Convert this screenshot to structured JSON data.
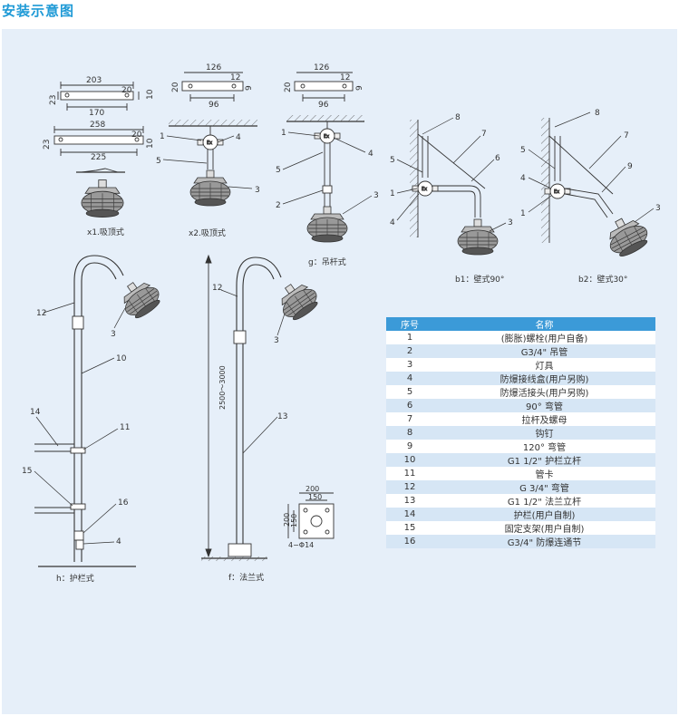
{
  "title": "安装示意图",
  "figures": {
    "x1": {
      "caption": "x1.吸顶式",
      "dims_top": [
        "203",
        "23",
        "20",
        "10",
        "170"
      ],
      "dims_bottom": [
        "258",
        "23",
        "20",
        "10",
        "225"
      ]
    },
    "x2": {
      "caption": "x2.吸顶式",
      "dims": [
        "126",
        "12",
        "20",
        "9",
        "96"
      ],
      "callouts": [
        "1",
        "4",
        "5",
        "3"
      ]
    },
    "g": {
      "caption": "g：吊杆式",
      "dims": [
        "126",
        "12",
        "20",
        "9",
        "96"
      ],
      "callouts": [
        "1",
        "4",
        "5",
        "2",
        "3"
      ]
    },
    "b1": {
      "caption": "b1：壁式90°",
      "callouts": [
        "8",
        "7",
        "5",
        "6",
        "1",
        "4",
        "3"
      ]
    },
    "b2": {
      "caption": "b2：壁式30°",
      "callouts": [
        "8",
        "7",
        "5",
        "9",
        "4",
        "1",
        "3"
      ]
    },
    "h": {
      "caption": "h：护栏式",
      "callouts": [
        "12",
        "3",
        "10",
        "14",
        "11",
        "15",
        "16",
        "4"
      ]
    },
    "f": {
      "caption": "f：法兰式",
      "callouts": [
        "12",
        "3",
        "13"
      ],
      "height_dim": "2500～3000",
      "flange_dims": [
        "200",
        "150",
        "200",
        "150",
        "4−Φ14"
      ]
    }
  },
  "table": {
    "headers": [
      "序号",
      "名称"
    ],
    "rows": [
      [
        "1",
        "(膨胀)螺栓(用户自备)"
      ],
      [
        "2",
        "G3/4\" 吊管"
      ],
      [
        "3",
        "灯具"
      ],
      [
        "4",
        "防爆接线盒(用户另购)"
      ],
      [
        "5",
        "防爆活接头(用户另购)"
      ],
      [
        "6",
        "90° 弯管"
      ],
      [
        "7",
        "拉杆及螺母"
      ],
      [
        "8",
        "钩钉"
      ],
      [
        "9",
        "120° 弯管"
      ],
      [
        "10",
        "G1 1/2\" 护栏立杆"
      ],
      [
        "11",
        "管卡"
      ],
      [
        "12",
        "G 3/4\" 弯管"
      ],
      [
        "13",
        "G1 1/2\" 法兰立杆"
      ],
      [
        "14",
        "护栏(用户自制)"
      ],
      [
        "15",
        "固定支架(用户自制)"
      ],
      [
        "16",
        "G3/4\" 防爆连通节"
      ]
    ]
  }
}
